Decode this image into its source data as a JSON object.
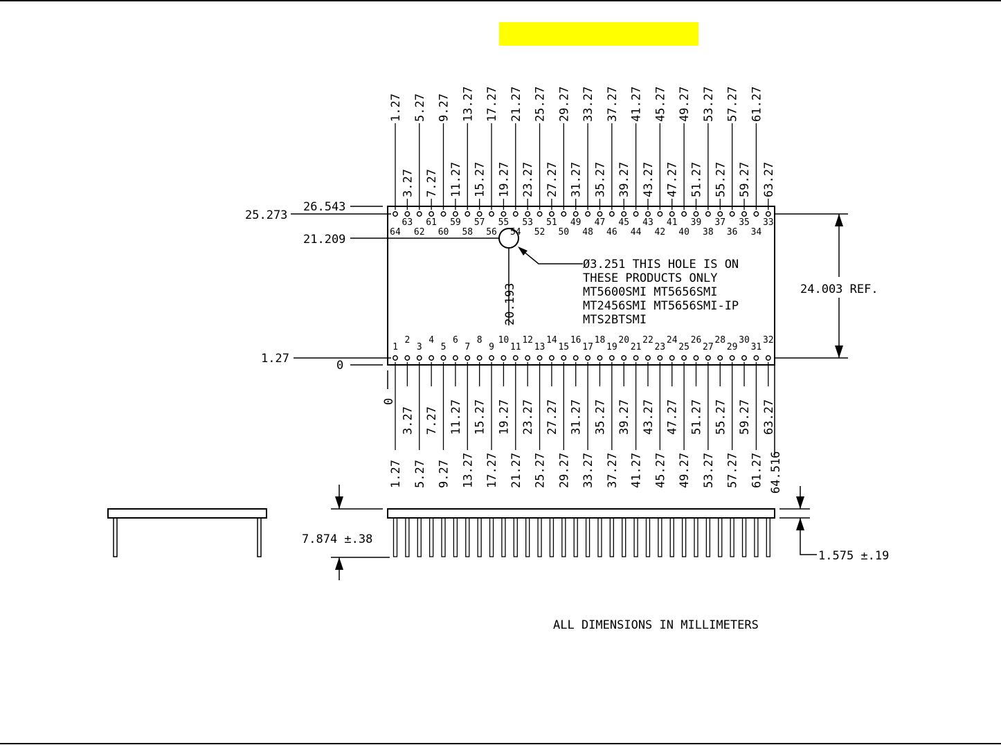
{
  "highlight_color": "#ffff00",
  "note": {
    "hole_diameter": "Ø3.251 THIS HOLE IS ON",
    "lines": [
      "THESE PRODUCTS ONLY",
      "MT5600SMI MT5656SMI",
      "MT2456SMI MT5656SMI-IP",
      "MTS2BTSMI"
    ]
  },
  "left_dims": {
    "top_edge": "26.543",
    "top_row": "25.273",
    "hole": "21.209",
    "bottom_row": "1.27",
    "bottom_edge": "0"
  },
  "hole_x": "20.193",
  "ref_height": "24.003 REF.",
  "side_dims": {
    "total_height": "7.874 ±.38",
    "board_thickness": "1.575 ±.19"
  },
  "bottom_edge_labels": {
    "zero": "0",
    "width": "64.516"
  },
  "top_pin_numbers": [
    "64",
    "63",
    "62",
    "61",
    "60",
    "59",
    "58",
    "57",
    "56",
    "55",
    "54",
    "53",
    "52",
    "51",
    "50",
    "49",
    "48",
    "47",
    "46",
    "45",
    "44",
    "43",
    "42",
    "41",
    "40",
    "39",
    "38",
    "37",
    "36",
    "35",
    "34",
    "33"
  ],
  "bottom_pin_numbers": [
    "1",
    "2",
    "3",
    "4",
    "5",
    "6",
    "7",
    "8",
    "9",
    "10",
    "11",
    "12",
    "13",
    "14",
    "15",
    "16",
    "17",
    "18",
    "19",
    "20",
    "21",
    "22",
    "23",
    "24",
    "25",
    "26",
    "27",
    "28",
    "29",
    "30",
    "31",
    "32"
  ],
  "pin_x_dims_odd": [
    "1.27",
    "3.27",
    "5.27",
    "7.27",
    "9.27",
    "11.27",
    "13.27",
    "15.27",
    "17.27",
    "19.27",
    "21.27",
    "23.27",
    "25.27",
    "27.27",
    "29.27",
    "31.27",
    "33.27",
    "35.27",
    "37.27",
    "39.27",
    "41.27",
    "43.27",
    "45.27",
    "47.27",
    "49.27",
    "51.27",
    "53.27",
    "55.27",
    "57.27",
    "59.27",
    "61.27",
    "63.27"
  ],
  "footer": "ALL DIMENSIONS IN MILLIMETERS"
}
